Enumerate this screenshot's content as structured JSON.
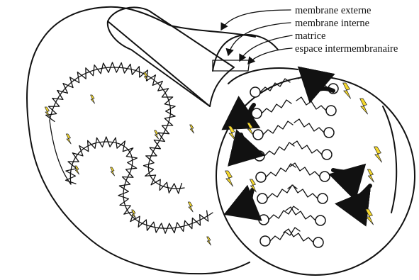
{
  "labels": {
    "outer_membrane": "membrane externe",
    "inner_membrane": "membrane interne",
    "matrix": "matrice",
    "intermembrane_space": "espace intermembranaire"
  },
  "colors": {
    "ink": "#111111",
    "energy_bolt": "#f6d92e",
    "transport_arrow": "#111111",
    "background": "#ffffff"
  },
  "icons": {
    "energy": "lightning-bolt-icon",
    "transport": "curved-arrow-icon",
    "lipid": "phospholipid-icon"
  }
}
